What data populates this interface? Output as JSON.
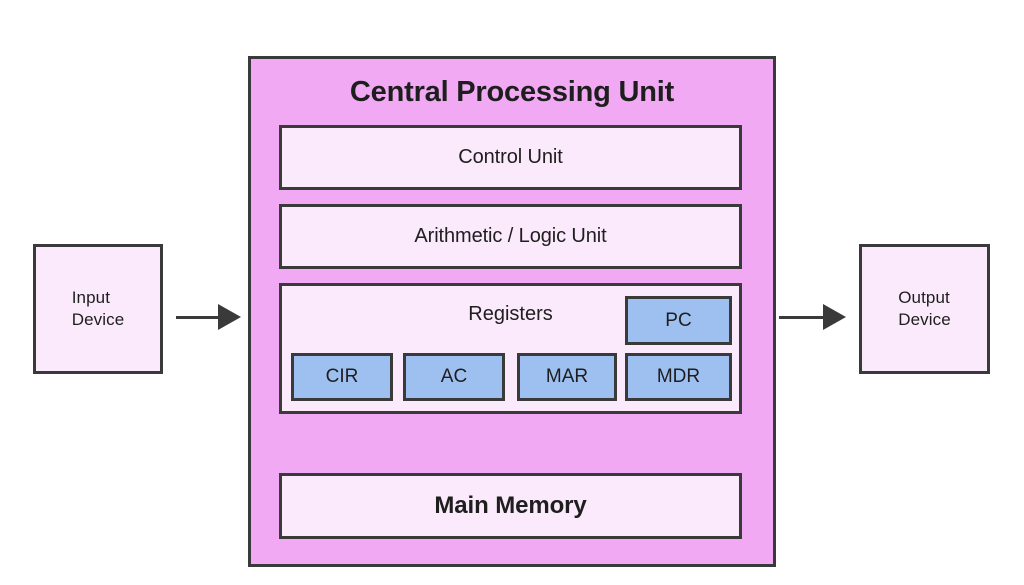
{
  "diagram": {
    "title": "Central Processing Unit",
    "input_device": {
      "line1": "Input",
      "line2": "Device"
    },
    "output_device": {
      "line1": "Output",
      "line2": "Device"
    },
    "cpu": {
      "control_unit_label": "Control Unit",
      "alu_label": "Arithmetic / Logic Unit",
      "registers": {
        "label": "Registers",
        "pc_label": "PC",
        "row": [
          "CIR",
          "AC",
          "MAR",
          "MDR"
        ]
      },
      "main_memory_label": "Main Memory"
    },
    "colors": {
      "page_bg": "#ffffff",
      "cpu_fill": "#f1a9f4",
      "panel_fill": "#fbe9fc",
      "register_fill": "#9ec0f0",
      "border": "#3a3a3a",
      "text": "#1e1e1e"
    }
  }
}
